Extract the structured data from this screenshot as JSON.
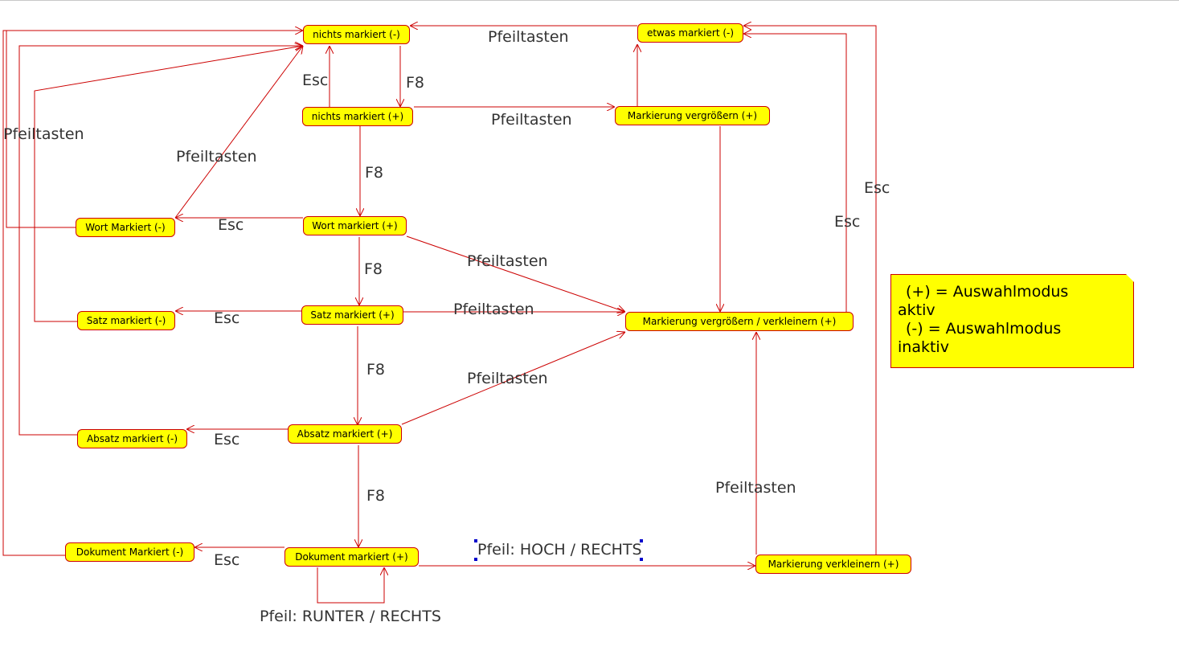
{
  "nodes": {
    "nichts_minus": "nichts markiert (-)",
    "etwas_minus": "etwas markiert (-)",
    "nichts_plus": "nichts markiert (+)",
    "vergroessern_plus": "Markierung vergrößern (+)",
    "wort_minus": "Wort Markiert (-)",
    "wort_plus": "Wort markiert (+)",
    "satz_minus": "Satz markiert (-)",
    "satz_plus": "Satz markiert (+)",
    "vergroessern_verkleinern_plus": "Markierung vergrößern / verkleinern (+)",
    "absatz_minus": "Absatz markiert (-)",
    "absatz_plus": "Absatz markiert (+)",
    "dokument_minus": "Dokument Markiert (-)",
    "dokument_plus": "Dokument markiert (+)",
    "verkleinern_plus": "Markierung verkleinern (+)"
  },
  "edge_labels": {
    "pfeiltasten_top": "Pfeiltasten",
    "esc_top": "Esc",
    "f8_top": "F8",
    "pfeiltasten_mid_top": "Pfeiltasten",
    "pfeiltasten_left": "Pfeiltasten",
    "pfeiltasten_diag": "Pfeiltasten",
    "f8_wort": "F8",
    "esc_wort": "Esc",
    "esc_right_outer": "Esc",
    "esc_right_inner": "Esc",
    "pfeiltasten_wort": "Pfeiltasten",
    "f8_satz": "F8",
    "esc_satz": "Esc",
    "pfeiltasten_satz": "Pfeiltasten",
    "f8_absatz": "F8",
    "pfeiltasten_absatz": "Pfeiltasten",
    "esc_absatz": "Esc",
    "f8_dokument": "F8",
    "pfeiltasten_verkleinern": "Pfeiltasten",
    "esc_dokument": "Esc",
    "pfeil_hoch_rechts": "Pfeil: HOCH / RECHTS",
    "pfeil_runter_rechts": "Pfeil: RUNTER / RECHTS"
  },
  "legend": {
    "line1": " (+) = Auswahlmodus",
    "line2": "aktiv",
    "line3": " (-) = Auswahlmodus",
    "line4": "inaktiv"
  },
  "colors": {
    "node_fill": "#ffff00",
    "edge": "#cc0000",
    "label_text": "#333333"
  }
}
